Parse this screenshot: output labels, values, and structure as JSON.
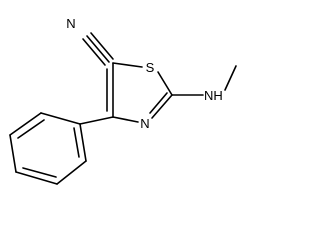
{
  "molecule": {
    "atoms": {
      "nitrile_n": "N",
      "ring_s": "S",
      "ring_n": "N",
      "amine_nh": "NH"
    }
  },
  "colors": {
    "bond": "#000000",
    "label": "#000000",
    "background": "#ffffff"
  }
}
